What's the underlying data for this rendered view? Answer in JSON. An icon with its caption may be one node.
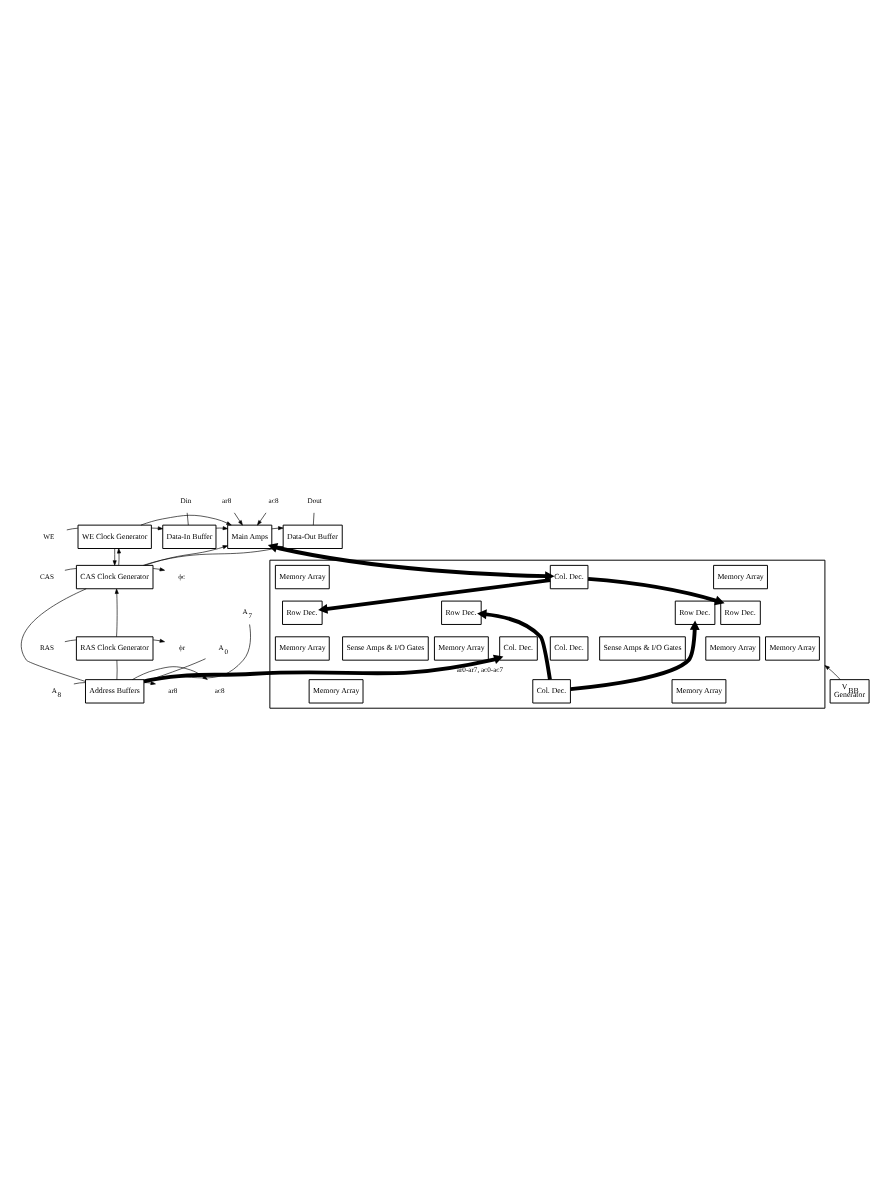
{
  "diagram": {
    "nodes": [
      {
        "text": [
          "WE"
        ]
      },
      {
        "text": [
          "WE Clock Generator"
        ]
      },
      {
        "text": [
          "Data-In Buffer"
        ]
      },
      {
        "text": [
          "Main Amps"
        ]
      },
      {
        "text": [
          "Data-Out Buffer"
        ]
      },
      {
        "text": [
          "ar8"
        ]
      },
      {
        "text": [
          "ac8"
        ]
      },
      {
        "text": [
          "Din"
        ]
      },
      {
        "text": [
          "Dout"
        ]
      },
      {
        "text": [
          "CAS"
        ]
      },
      {
        "text": [
          "CAS Clock Generator"
        ]
      },
      {
        "text": [
          "ϕc"
        ]
      },
      {
        "text": [
          "RAS"
        ]
      },
      {
        "text": [
          "RAS Clock Generator"
        ]
      },
      {
        "text": [
          "ϕr"
        ]
      },
      {
        "text": [
          "A$_{8}$"
        ]
      },
      {
        "text": [
          "A$_{7}$"
        ]
      },
      {
        "text": [
          "A$_{0}$"
        ]
      },
      {
        "text": [
          "Address Buffers"
        ]
      },
      {
        "text": [
          "ar8"
        ]
      },
      {
        "text": [
          "ac8"
        ]
      },
      {
        "text": [],
        "shape": "box"
      },
      {
        "text": [
          "Memory Array"
        ],
        "in": 21
      },
      {
        "text": [
          "Col. Dec."
        ],
        "in": 21
      },
      {
        "text": [
          "Memory Array"
        ],
        "in": 21
      },
      {
        "text": [
          "Row Dec."
        ],
        "in": 21
      },
      {
        "text": [
          "Row Dec."
        ],
        "in": 21
      },
      {
        "text": [
          "Memory Array"
        ],
        "in": 21
      },
      {
        "text": [
          "Sense Amps & I/O Gates"
        ],
        "in": 21
      },
      {
        "text": [
          "Col. Dec."
        ],
        "in": 21
      },
      {
        "text": [
          "Sense Amps & I/O Gates"
        ],
        "in": 21
      },
      {
        "text": [
          "Memory Array"
        ],
        "in": 21
      },
      {
        "text": [
          "Memory Array"
        ],
        "in": 21
      },
      {
        "text": [
          "Col. Dec."
        ],
        "in": 21
      },
      {
        "text": [
          "Memory Array"
        ],
        "in": 21
      },
      {
        "text": [
          "Row Dec."
        ],
        "in": 21
      },
      {
        "text": [
          "Row Dec."
        ],
        "in": 21
      },
      {
        "text": [
          "Memory Array"
        ],
        "in": 21
      },
      {
        "text": [
          "Col. Dec."
        ],
        "in": 21
      },
      {
        "text": [
          "Memory Array"
        ],
        "in": 21
      },
      {
        "text": [
          "V$_{BB}$ Generator"
        ]
      }
    ],
    "edges": [
      {
        "from": 0,
        "to": 1,
        "arrow": "none"
      },
      {
        "from": 1,
        "to": 2,
        "arrow": "to"
      },
      {
        "from": 1,
        "to": 3,
        "arrow": "to"
      },
      {
        "from": 1,
        "to": 10,
        "arrow": "to"
      },
      {
        "from": 9,
        "to": 10,
        "arrow": "none"
      },
      {
        "from": 13,
        "to": 10,
        "arrow": "to"
      },
      {
        "from": 12,
        "to": 13,
        "arrow": "none"
      },
      {
        "from": 10,
        "to": 11,
        "arrow": "to"
      },
      {
        "from": 13,
        "to": 14,
        "arrow": "to"
      },
      {
        "from": 10,
        "to": 3,
        "arrow": "to"
      },
      {
        "from": 10,
        "to": 4,
        "arrow": "to"
      },
      {
        "from": 10,
        "to": 1,
        "arrow": "to"
      },
      {
        "from": 10,
        "to": 18,
        "arrow": "none"
      },
      {
        "from": 13,
        "to": 18,
        "arrow": "none"
      },
      {
        "from": 2,
        "to": 3,
        "arrow": "to"
      },
      {
        "from": 3,
        "to": 4,
        "arrow": "to"
      },
      {
        "from": 7,
        "to": 2,
        "arrow": "none"
      },
      {
        "from": 8,
        "to": 4,
        "arrow": "none"
      },
      {
        "from": 3,
        "to": 23,
        "arrow": "both",
        "style": "thick"
      },
      {
        "from": 5,
        "to": 3,
        "arrow": "to"
      },
      {
        "from": 6,
        "to": 3,
        "arrow": "to"
      },
      {
        "from": 15,
        "to": 18,
        "arrow": "none"
      },
      {
        "from": 16,
        "to": 18,
        "arrow": "none"
      },
      {
        "from": 17,
        "to": 18,
        "arrow": "none"
      },
      {
        "from": 18,
        "to": 19,
        "arrow": "to"
      },
      {
        "from": 18,
        "to": 20,
        "arrow": "to"
      },
      {
        "from": 18,
        "to": 38,
        "arrow": "to",
        "style": "thick",
        "label": "ar0-ar7, ac0-ac7"
      },
      {
        "from": 23,
        "to": 25,
        "arrow": "to",
        "style": "thick"
      },
      {
        "from": 23,
        "to": 26,
        "arrow": "to",
        "style": "thick"
      },
      {
        "from": 33,
        "to": 35,
        "arrow": "to",
        "style": "thick"
      },
      {
        "from": 33,
        "to": 36,
        "arrow": "to",
        "style": "thick"
      },
      {
        "from": 40,
        "to": 21,
        "arrow": "to"
      }
    ]
  }
}
